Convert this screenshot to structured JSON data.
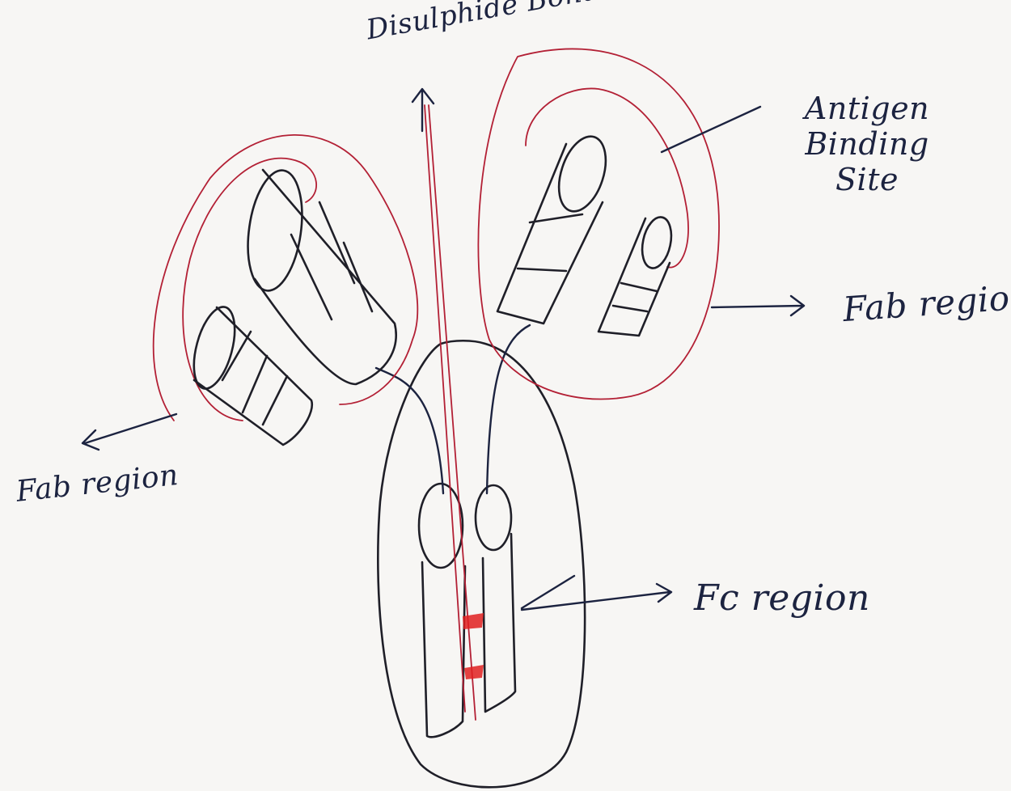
{
  "labels": {
    "disulphide_bond": "Disulphide Bond",
    "antigen_binding_site": "Antigen Binding Site",
    "fab_region_right": "Fab region",
    "fab_region_left": "Fab region",
    "fc_region": "Fc region"
  },
  "colors": {
    "ink": "#1f1f28",
    "red_outline": "#b32035",
    "label_ink": "#1c2340",
    "disulphide_mark": "#e02020"
  }
}
